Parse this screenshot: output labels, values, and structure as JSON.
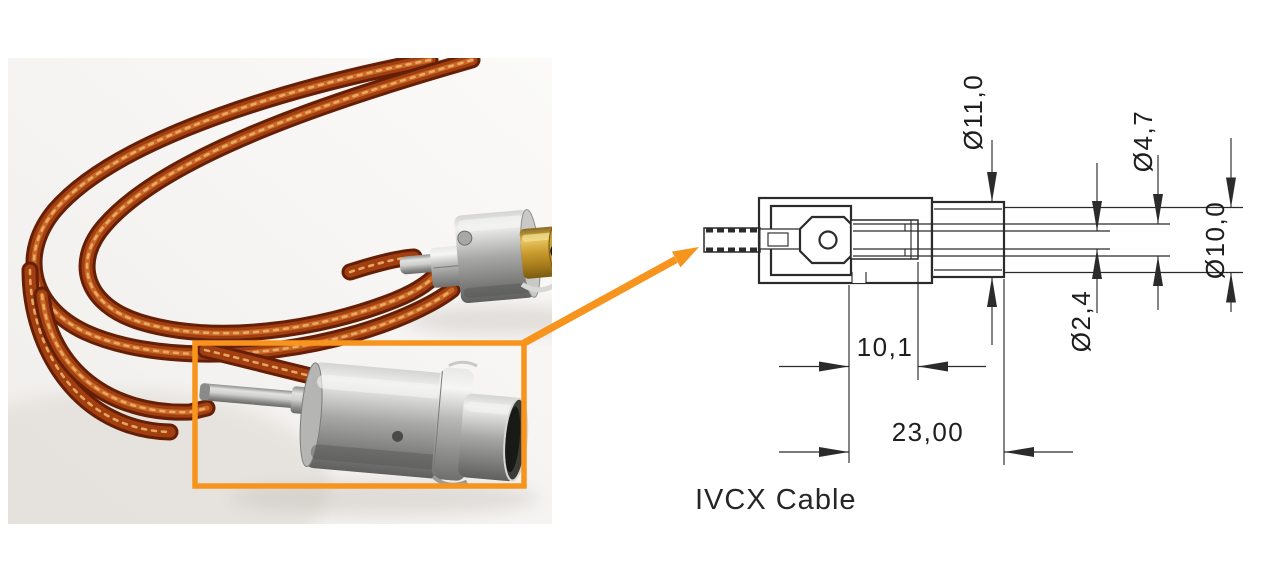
{
  "figure": {
    "caption": "IVCX Cable",
    "accent_color": "#F7941D",
    "line_color": "#2b2b2b",
    "dimensions": {
      "d11_0": "Ø11,0",
      "d4_7": "Ø4,7",
      "d10_0": "Ø10,0",
      "d2_4": "Ø2,4",
      "len_10_1": "10,1",
      "len_23_00": "23,00"
    }
  }
}
